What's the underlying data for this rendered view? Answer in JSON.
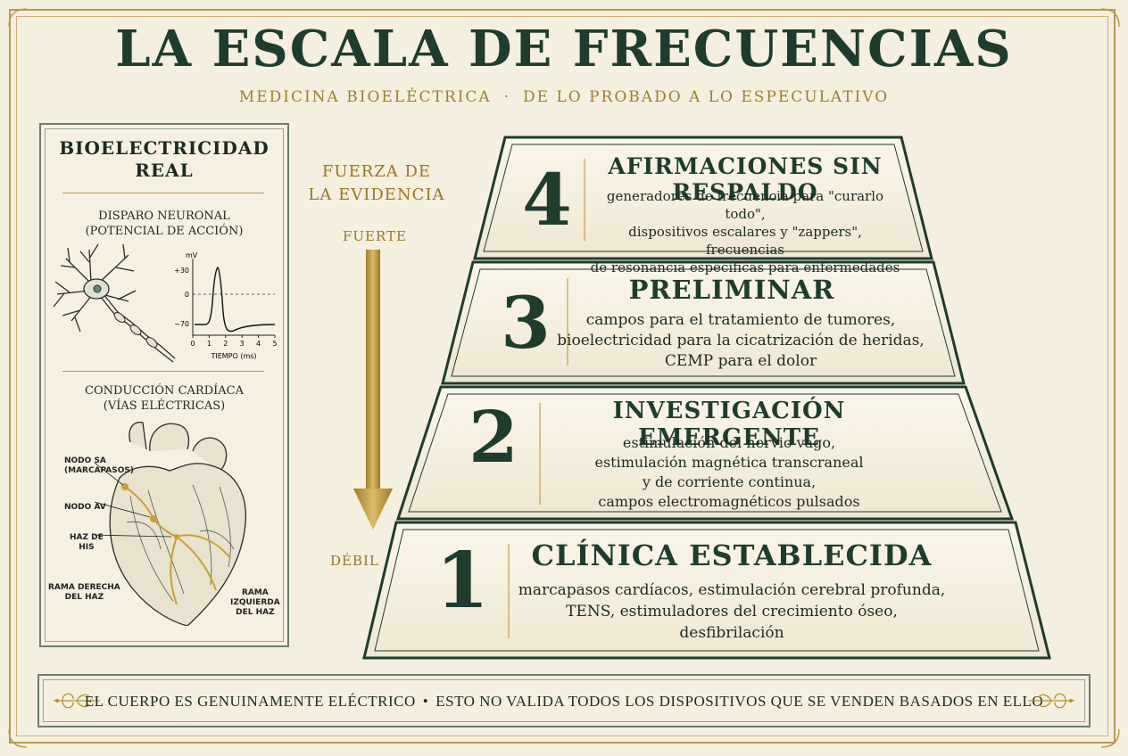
{
  "title": "LA ESCALA DE FRECUENCIAS",
  "subtitle": {
    "left": "MEDICINA BIOELÉCTRICA",
    "separator": "·",
    "right": "DE LO PROBADO A LO ESPECULATIVO"
  },
  "left_panel": {
    "title_line1": "BIOELECTRICIDAD",
    "title_line2": "REAL",
    "neuron": {
      "caption_line1": "DISPARO NEURONAL",
      "caption_line2": "(POTENCIAL DE ACCIÓN)",
      "y_unit": "mV",
      "y_ticks": [
        "+30",
        "0",
        "−70"
      ],
      "x_ticks": [
        "0",
        "1",
        "2",
        "3",
        "4",
        "5"
      ],
      "x_label": "TIEMPO (ms)"
    },
    "heart": {
      "caption_line1": "CONDUCCIÓN CARDÍACA",
      "caption_line2": "(VÍAS ELÉCTRICAS)",
      "labels": {
        "sa_line1": "NODO SA",
        "sa_line2": "(MARCAPASOS)",
        "av": "NODO AV",
        "his_line1": "HAZ DE",
        "his_line2": "HIS",
        "right_line1": "RAMA DERECHA",
        "right_line2": "DEL HAZ",
        "left_line1": "RAMA",
        "left_line2": "IZQUIERDA",
        "left_line3": "DEL HAZ"
      }
    }
  },
  "evidence_axis": {
    "label_line1": "FUERZA DE",
    "label_line2": "LA EVIDENCIA",
    "top": "FUERTE",
    "bottom": "DÉBIL"
  },
  "tiers": [
    {
      "number": "4",
      "heading": "AFIRMACIONES SIN RESPALDO",
      "lines": [
        "generadores de frecuencia para \"curarlo todo\",",
        "dispositivos escalares y \"zappers\", frecuencias",
        "de resonancia específicas para enfermedades"
      ]
    },
    {
      "number": "3",
      "heading": "PRELIMINAR",
      "lines": [
        "campos para el tratamiento de tumores,",
        "bioelectricidad para la cicatrización de heridas,",
        "CEMP para el dolor"
      ]
    },
    {
      "number": "2",
      "heading": "INVESTIGACIÓN EMERGENTE",
      "lines": [
        "estimulación del nervio vago,",
        "estimulación magnética transcraneal",
        "y de corriente continua,",
        "campos electromagnéticos pulsados"
      ]
    },
    {
      "number": "1",
      "heading": "CLÍNICA ESTABLECIDA",
      "lines": [
        "marcapasos cardíacos, estimulación cerebral profunda,",
        "TENS, estimuladores del crecimiento óseo,",
        "desfibrilación"
      ]
    }
  ],
  "banner": {
    "left": "EL CUERPO ES GENUINAMENTE ELÉCTRICO",
    "separator": "•",
    "right": "ESTO NO VALIDA TODOS LOS DISPOSITIVOS QUE SE VENDEN BASADOS EN ELLO"
  },
  "colors": {
    "green": "#1e3d2c",
    "gold": "#b8902e",
    "paper": "#f5efe0"
  }
}
